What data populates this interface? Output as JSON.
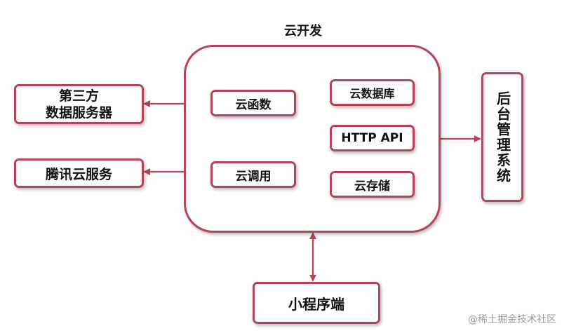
{
  "title": "云开发",
  "nodes": {
    "third_party": "第三方\n数据服务器",
    "tencent_cloud": "腾讯云服务",
    "cloud_function": "云函数",
    "cloud_call": "云调用",
    "cloud_database": "云数据库",
    "http_api": "HTTP API",
    "cloud_storage": "云存储",
    "backend_system": "后台管理系统",
    "mini_program": "小程序端"
  },
  "watermark": "@稀土掘金技术社区",
  "colors": {
    "border": "#b5435a",
    "arrow": "#b5435a"
  }
}
